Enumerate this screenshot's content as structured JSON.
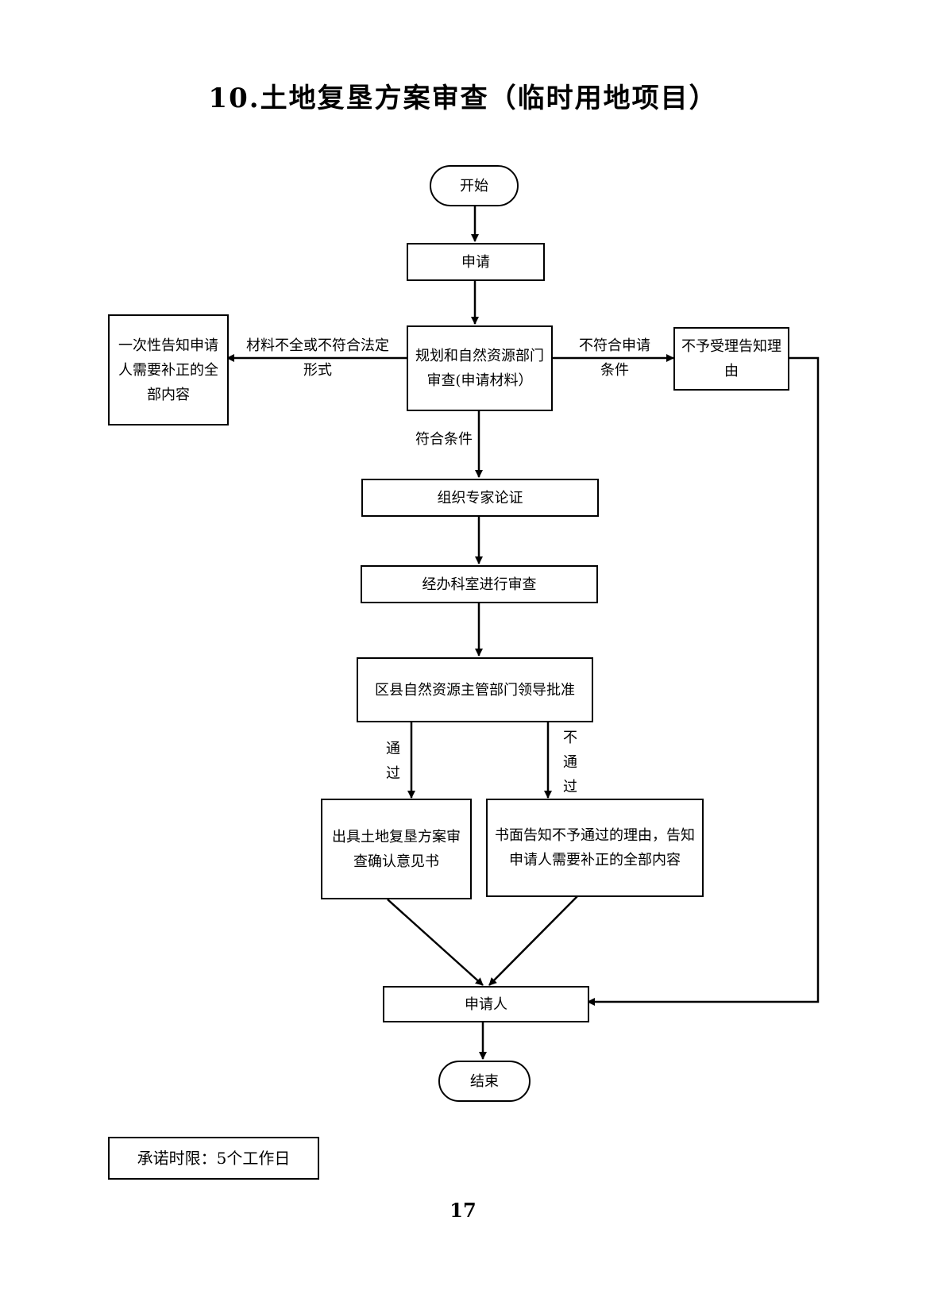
{
  "title": "10.土地复垦方案审查（临时用地项目）",
  "nodes": {
    "start": "开始",
    "apply": "申请",
    "review": "规划和自然资源部门审查(申请材料）",
    "notify_correction": "一次性告知申请人需要补正的全部内容",
    "reject": "不予受理告知理由",
    "expert": "组织专家论证",
    "dept_review": "经办科室进行审查",
    "approval": "区县自然资源主管部门领导批准",
    "issue": "出具土地复垦方案审查确认意见书",
    "written_notice": "书面告知不予通过的理由，告知申请人需要补正的全部内容",
    "applicant": "申请人",
    "end": "结束"
  },
  "edge_labels": {
    "incomplete": "材料不全或不符合法定形式",
    "not_qualified": "不符合申请条件",
    "qualified": "符合条件",
    "pass": "通过",
    "fail": "不通过"
  },
  "deadline": "承诺时限：5个工作日",
  "page_number": "17"
}
